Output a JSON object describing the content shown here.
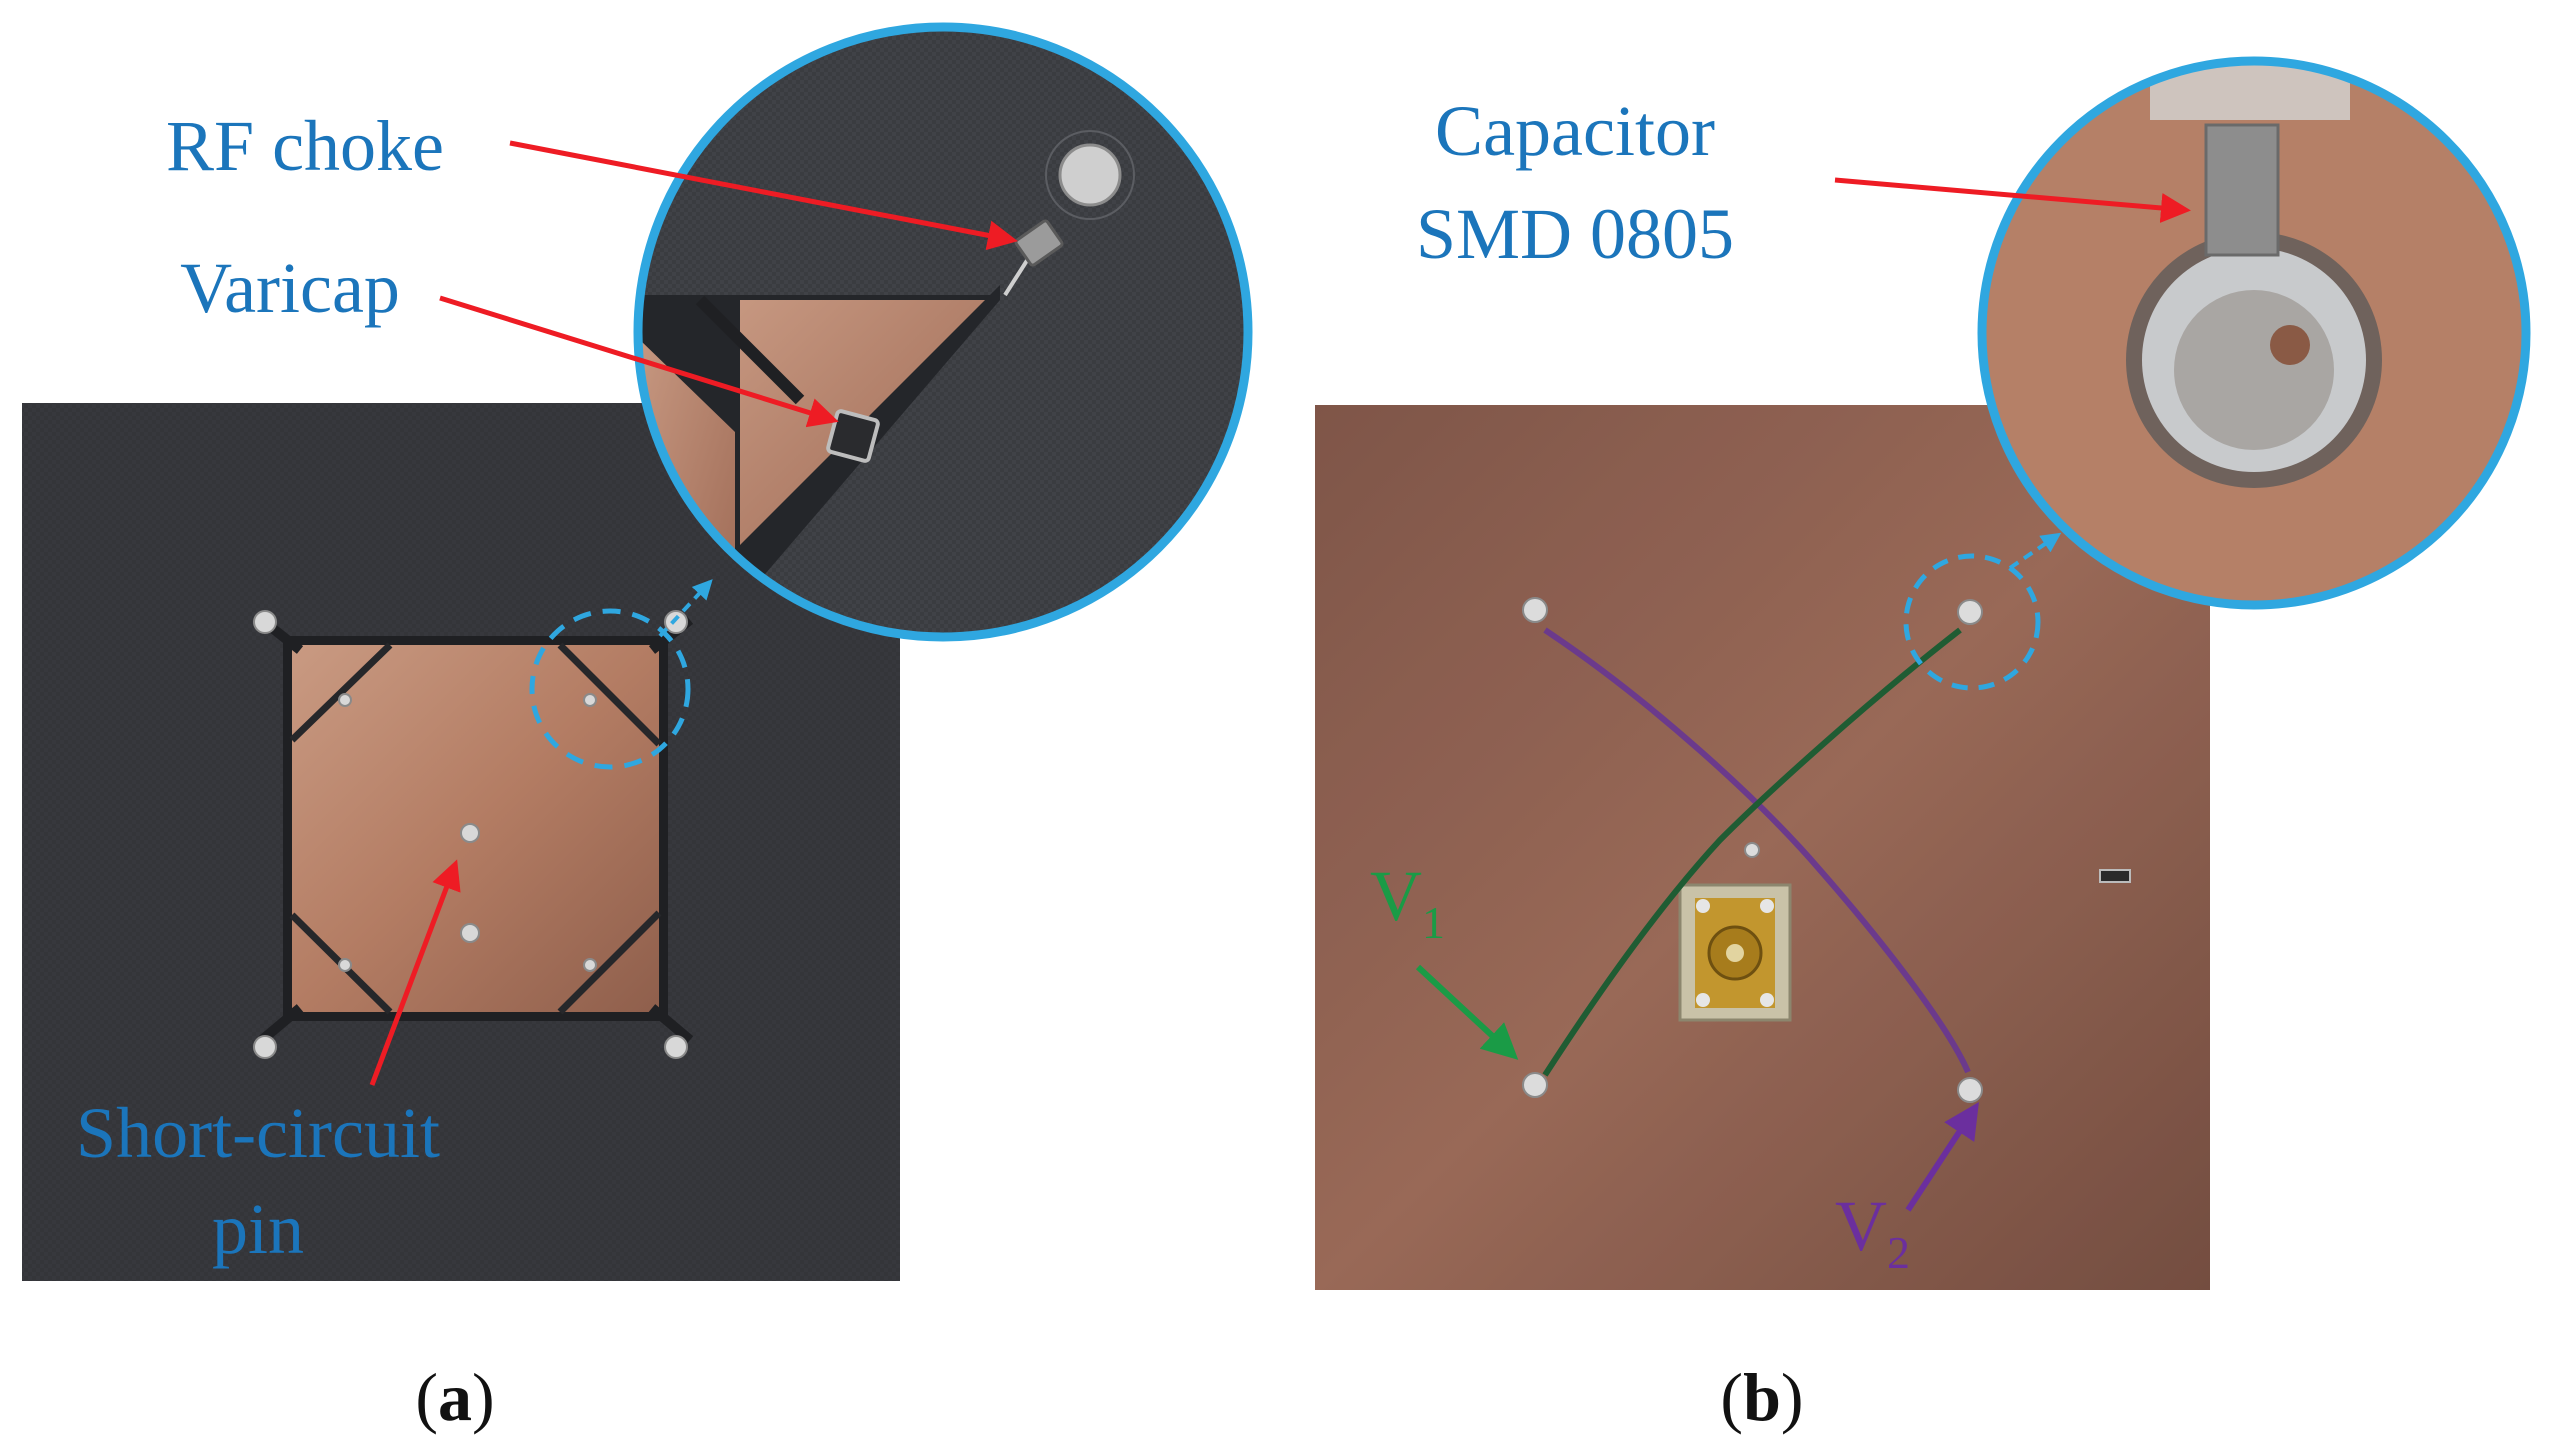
{
  "panel_a": {
    "labels": {
      "rf_choke": "RF choke",
      "varicap": "Varicap",
      "short_circuit_line1": "Short-circuit",
      "short_circuit_line2": "pin"
    },
    "caption_open": "(",
    "caption_letter": "a",
    "caption_close": ")"
  },
  "panel_b": {
    "labels": {
      "capacitor_line1": "Capacitor",
      "capacitor_line2": "SMD 0805",
      "v1_main": "V",
      "v1_sub": "1",
      "v2_main": "V",
      "v2_sub": "2"
    },
    "caption_open": "(",
    "caption_letter": "b",
    "caption_close": ")"
  },
  "colors": {
    "label_blue": "#1b75bb",
    "arrow_red": "#ee1c24",
    "ring_blue": "#2fa7e0",
    "v1_green": "#1a9b46",
    "v2_purple": "#6b2f9e",
    "dark_substrate": "#2e2f33",
    "copper": "#b07a62"
  }
}
